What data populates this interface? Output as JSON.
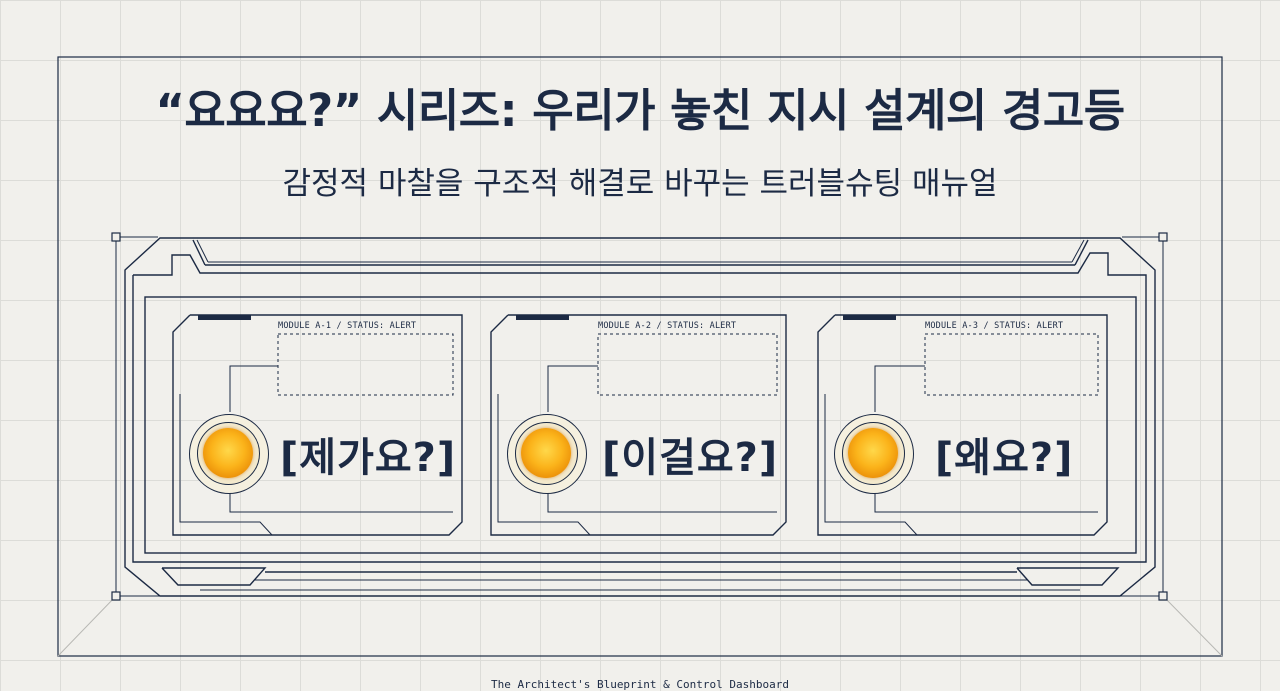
{
  "header": {
    "title": "“요요요?” 시리즈: 우리가 놓친 지시 설계의 경고등",
    "subtitle": "감정적 마찰을 구조적 해결로 바꾸는 트러블슈팅 매뉴얼"
  },
  "modules": [
    {
      "label": "MODULE A-1 / STATUS: ALERT",
      "text": "[제가요?]",
      "lamp_color": "#f5a623"
    },
    {
      "label": "MODULE A-2 / STATUS: ALERT",
      "text": "[이걸요?]",
      "lamp_color": "#f5a623"
    },
    {
      "label": "MODULE A-3 / STATUS: ALERT",
      "text": "[왜요?]",
      "lamp_color": "#f5a623"
    }
  ],
  "footer": {
    "caption": "The Architect's Blueprint & Control Dashboard"
  },
  "colors": {
    "ink": "#1c2a44",
    "background": "#f1f0ec",
    "grid": "#dcdcd8",
    "lamp": "#f5a623"
  }
}
